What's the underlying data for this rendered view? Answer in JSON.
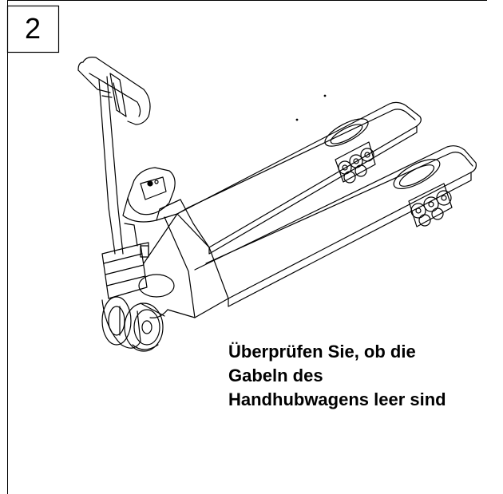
{
  "step": {
    "number": "2"
  },
  "caption": {
    "lines": [
      "Überprüfen Sie, ob die",
      "Gabeln des",
      "Handhubwagens leer sind"
    ]
  },
  "illustration": {
    "subject": "hand-pallet-truck-with-scale",
    "stroke_color": "#000000",
    "background_color": "#ffffff"
  }
}
